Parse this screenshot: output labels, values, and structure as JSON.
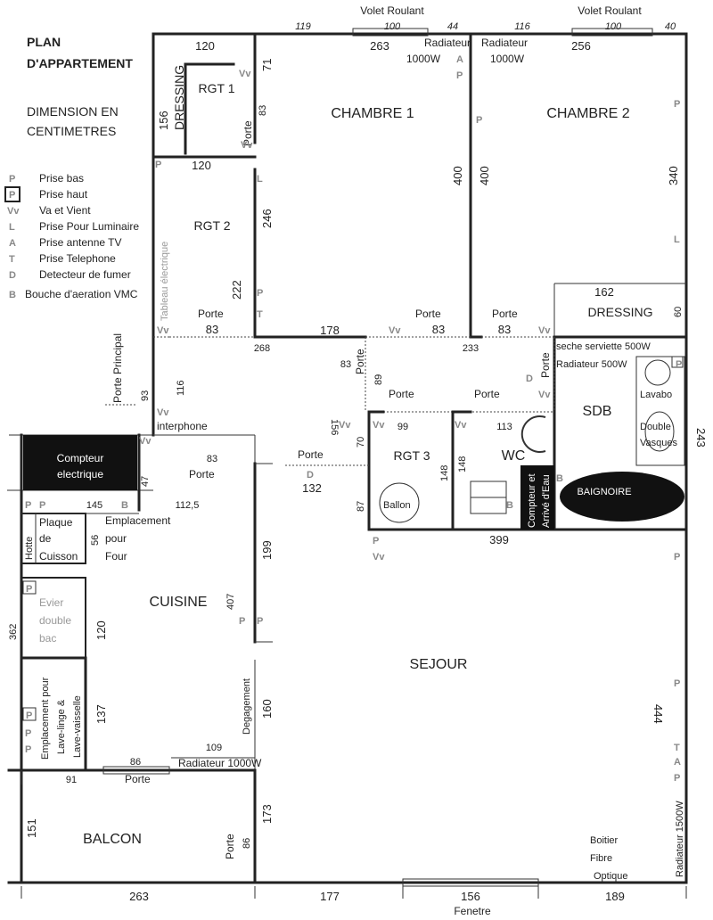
{
  "title": {
    "line1": "PLAN",
    "line2": "D'APPARTEMENT"
  },
  "subtitle": {
    "line1": "DIMENSION EN",
    "line2": "CENTIMETRES"
  },
  "legend": [
    {
      "symbol": "P",
      "label": "Prise bas"
    },
    {
      "symbol": "P",
      "label": "Prise haut"
    },
    {
      "symbol": "Vv",
      "label": "Va et Vient"
    },
    {
      "symbol": "L",
      "label": "Prise Pour Luminaire"
    },
    {
      "symbol": "A",
      "label": "Prise antenne TV"
    },
    {
      "symbol": "T",
      "label": "Prise Telephone"
    },
    {
      "symbol": "D",
      "label": "Detecteur de fumer"
    },
    {
      "symbol": "B",
      "label": "Bouche d'aeration VMC"
    }
  ],
  "rooms": {
    "chambre1": "CHAMBRE 1",
    "chambre2": "CHAMBRE 2",
    "rgt1": "RGT 1",
    "rgt2": "RGT 2",
    "rgt3": "RGT 3",
    "dressing1": "DRESSING",
    "dressing2": "DRESSING",
    "wc": "WC",
    "sdb": "SDB",
    "cuisine": "CUISINE",
    "sejour": "SEJOUR",
    "balcon": "BALCON"
  },
  "labels": {
    "volet1": "Volet Roulant",
    "volet2": "Volet Roulant",
    "radiateur_c1": "Radiateur",
    "radiateur_c1_w": "1000W",
    "radiateur_c2": "Radiateur",
    "radiateur_c2_w": "1000W",
    "porte": "Porte",
    "porte_principal": "Porte Principal",
    "tableau": "Tableau électrique",
    "interphone": "interphone",
    "compteur1": "Compteur",
    "compteur2": "electrique",
    "plaque1": "Plaque",
    "plaque2": "de",
    "plaque3": "Cuisson",
    "hotte": "Hotte",
    "emplacement_four1": "Emplacement",
    "emplacement_four2": "pour",
    "emplacement_four3": "Four",
    "evier1": "Evier",
    "evier2": "double",
    "evier3": "bac",
    "lave1": "Emplacement pour",
    "lave2": "Lave-linge &",
    "lave3": "Lave-vaisselle",
    "degagement": "Degagement",
    "radiateur_1000": "Radiateur 1000W",
    "seche": "seche serviette 500W",
    "radiateur_500": "Radiateur 500W",
    "lavabo": "Lavabo",
    "double_vasques1": "Double",
    "double_vasques2": "Vasques",
    "baignoire": "BAIGNOIRE",
    "ballon": "Ballon",
    "compteur_eau1": "Compteur et",
    "compteur_eau2": "Arrivé d'Eau",
    "boitier1": "Boitier",
    "boitier2": "Fibre",
    "boitier3": "Optique",
    "radiateur_1500": "Radiateur 1500W",
    "fenetre": "Fenetre"
  },
  "dims": {
    "d119": "119",
    "d100a": "100",
    "d44": "44",
    "d116": "116",
    "d100b": "100",
    "d40": "40",
    "d263top": "263",
    "d256": "256",
    "d120a": "120",
    "d71": "71",
    "d83a": "83",
    "d156a": "156",
    "d120b": "120",
    "d246": "246",
    "d222": "222",
    "d83b": "83",
    "d400a": "400",
    "d400b": "400",
    "d340": "340",
    "d162": "162",
    "d60": "60",
    "d178": "178",
    "d83c": "83",
    "d83d": "83",
    "d268": "268",
    "d233": "233",
    "d83e": "83",
    "d89": "89",
    "d116b": "116",
    "d93": "93",
    "d156b": "156",
    "d99": "99",
    "d113": "113",
    "d70": "70",
    "d148a": "148",
    "d148b": "148",
    "d87": "87",
    "d243": "243",
    "d83f": "83",
    "d132": "132",
    "d47": "47",
    "d145": "145",
    "d1125": "112,5",
    "d56": "56",
    "d399": "399",
    "d199": "199",
    "d407": "407",
    "d120c": "120",
    "d362": "362",
    "d137": "137",
    "d160": "160",
    "d444": "444",
    "d109": "109",
    "d86a": "86",
    "d91": "91",
    "d151": "151",
    "d173": "173",
    "d86b": "86",
    "d263bot": "263",
    "d177": "177",
    "d156c": "156",
    "d189": "189"
  },
  "symbols": {
    "P": "P",
    "Vv": "Vv",
    "L": "L",
    "A": "A",
    "T": "T",
    "D": "D",
    "B": "B"
  }
}
